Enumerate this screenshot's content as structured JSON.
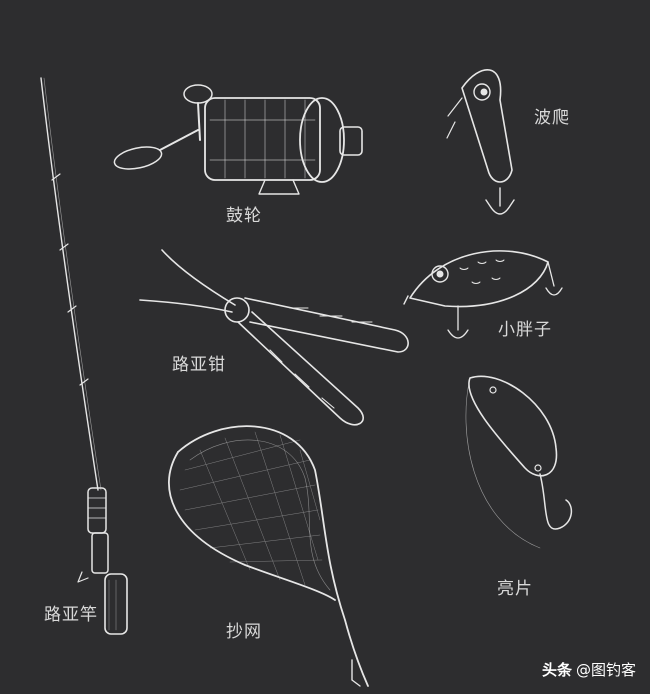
{
  "items": {
    "reel": "鼓轮",
    "popper": "波爬",
    "crank": "小胖子",
    "pliers": "路亚钳",
    "spoon": "亮片",
    "net": "抄网",
    "rod": "路亚竿"
  },
  "watermark": {
    "brand": "头条",
    "handle": "@图钓客"
  },
  "colors": {
    "background": "#2d2d2f",
    "sketch": "#e6e6e6",
    "label": "#d9d9d9"
  }
}
